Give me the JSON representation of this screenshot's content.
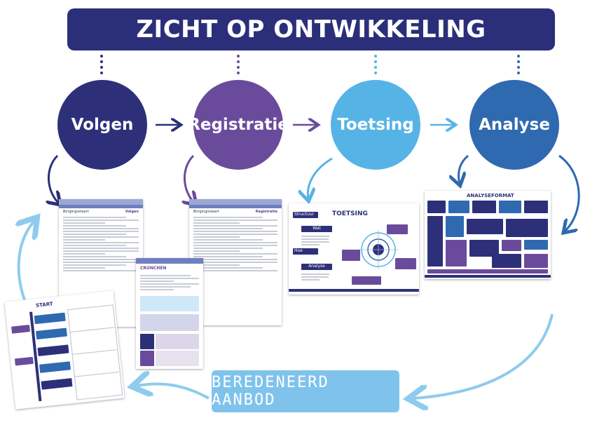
{
  "title": "ZICHT OP ONTWIKKELING",
  "steps": [
    {
      "label": "Volgen",
      "color": "#2d3079"
    },
    {
      "label": "Registratie",
      "color": "#6a4b9b"
    },
    {
      "label": "Toetsing",
      "color": "#56b3e6"
    },
    {
      "label": "Analyse",
      "color": "#2f69b0"
    }
  ],
  "cta": "BEREDENEERD AANBOD",
  "documents": {
    "doc1": {
      "header": "Borgingsstaart",
      "tag": "Volgen"
    },
    "doc2": {
      "header": "Borgingsstaart",
      "tag": "Registratie"
    },
    "doc3": {
      "title": "CRUNCHEN"
    },
    "toetsing": {
      "title": "TOETSING",
      "label_structuur": "Structuur",
      "label_wat": "Wat",
      "label_hoe": "Hoe",
      "label_analyse": "Analyse"
    },
    "analyse": {
      "title": "ANALYSEFORMAT"
    },
    "map": {
      "title": "START"
    }
  }
}
